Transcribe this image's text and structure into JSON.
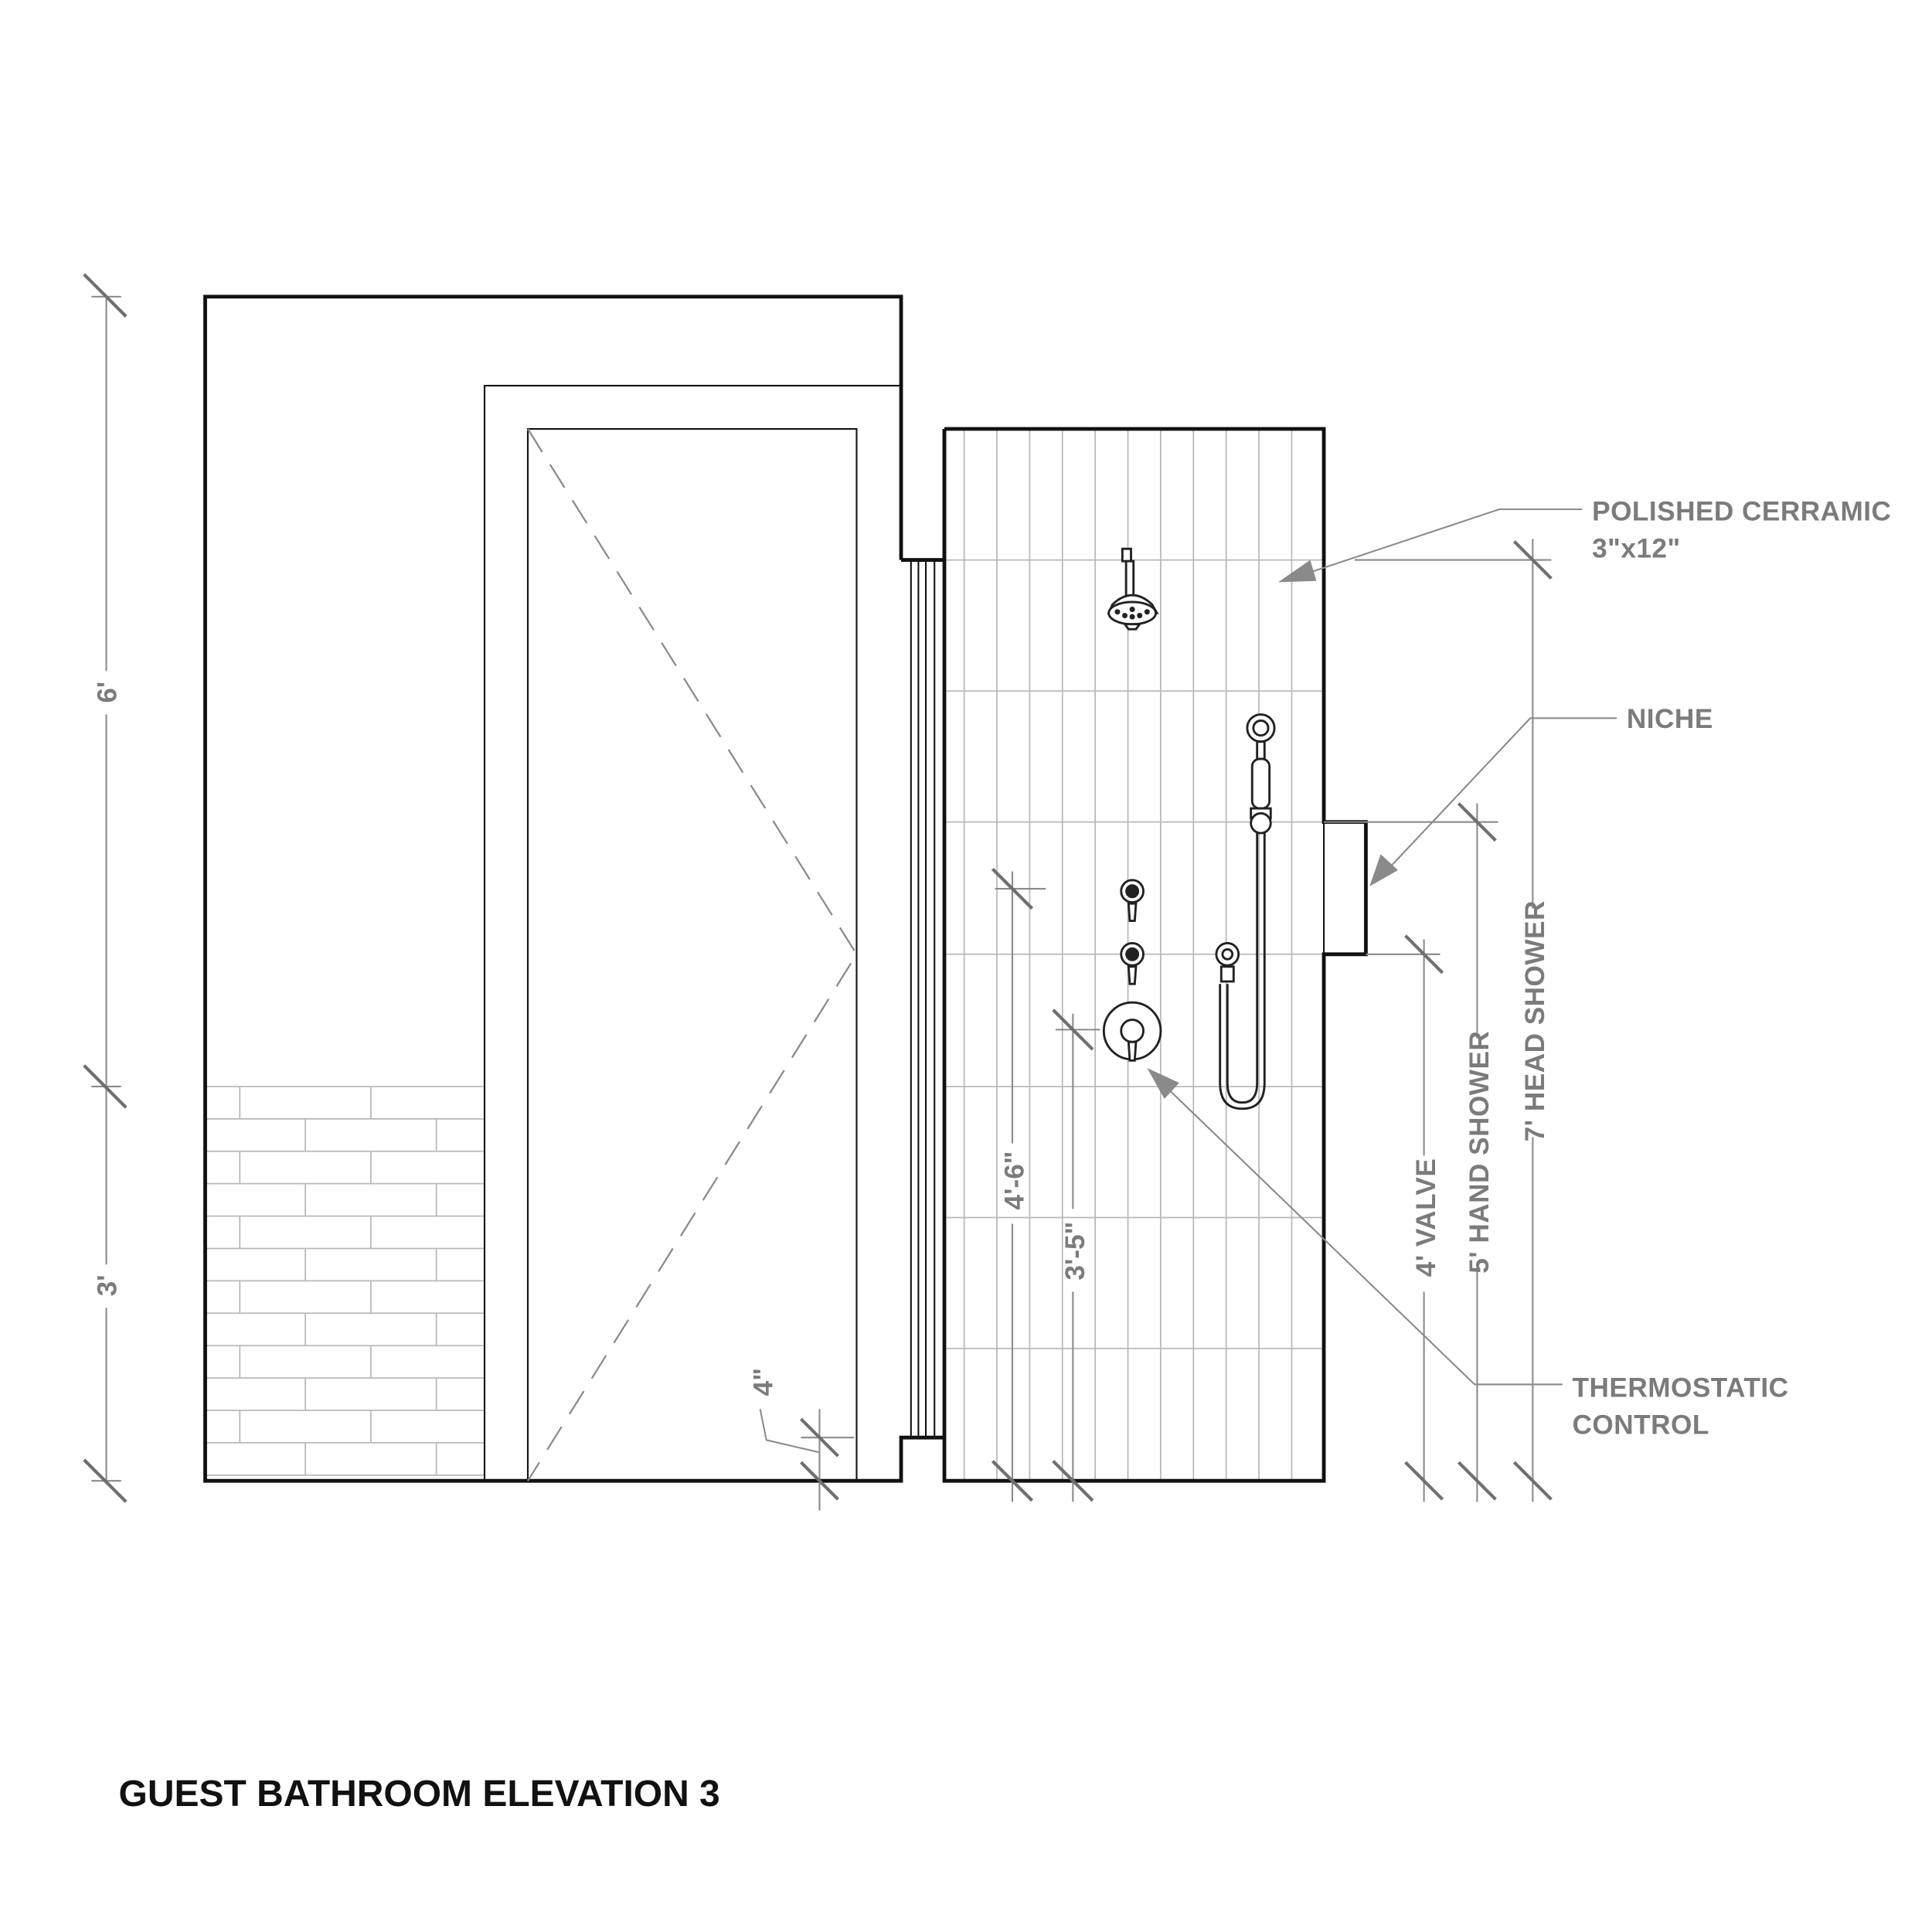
{
  "title": "GUEST BATHROOM ELEVATION 3",
  "colors": {
    "walls": "#111111",
    "tile_lines": "#b9b9b9",
    "annotation_text": "#7b7b7b",
    "dimension_lines": "#8a8a8a"
  },
  "dimensions": {
    "left_upper": "6'",
    "left_lower": "3'",
    "door_threshold": "4\"",
    "valve_upper": "4'-6\"",
    "valve_lower": "3'-5\"",
    "valve_height": "4' VALVE",
    "hand_shower_height": "5' HAND SHOWER",
    "head_shower_height": "7' HEAD SHOWER"
  },
  "callouts": {
    "tile_line1": "POLISHED CERRAMIC",
    "tile_line2": "3\"x12\"",
    "niche": "NICHE",
    "thermostatic_line1": "THERMOSTATIC",
    "thermostatic_line2": "CONTROL"
  },
  "icons": [
    "shower-head-icon",
    "hand-shower-icon",
    "diverter-valve-icon",
    "thermostatic-valve-icon",
    "shower-hose-icon",
    "door-swing-icon"
  ]
}
